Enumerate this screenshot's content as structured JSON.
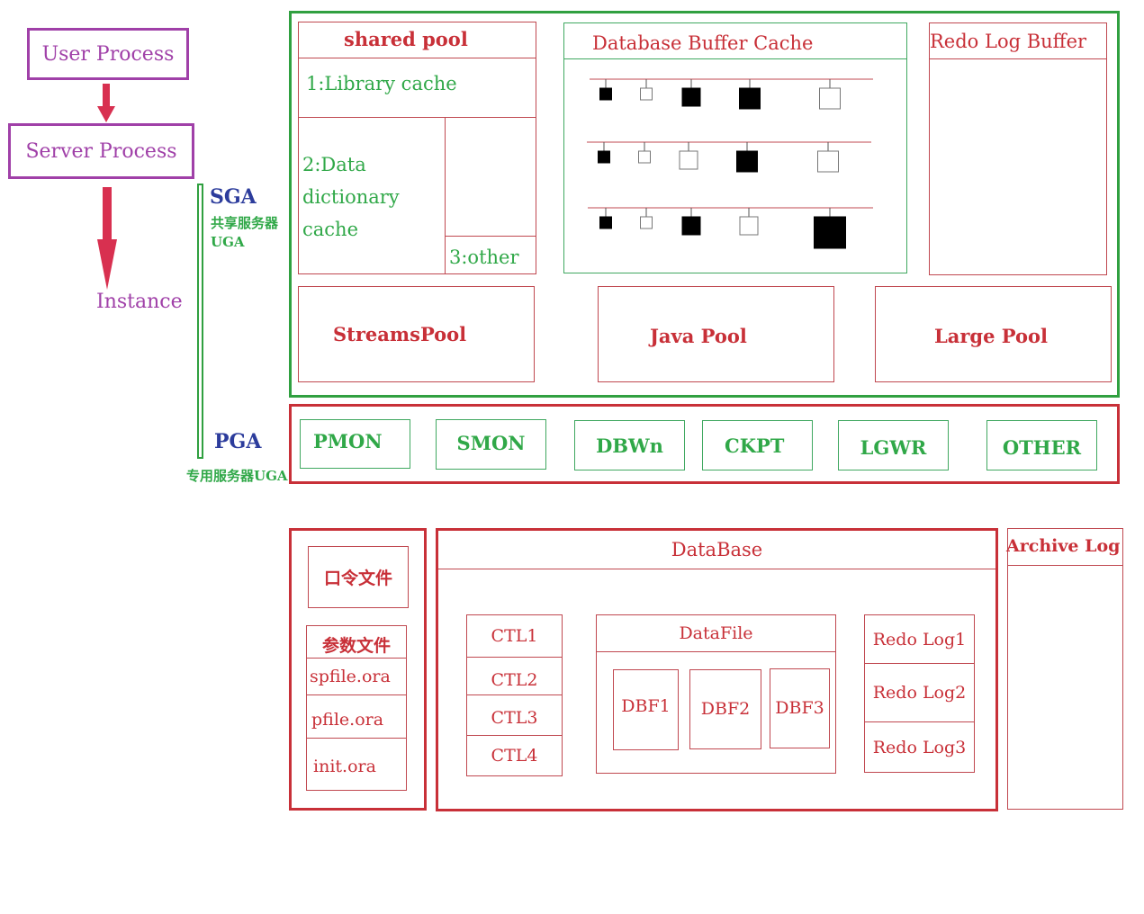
{
  "left": {
    "user_process": "User Process",
    "server_process": "Server Process",
    "instance": "Instance",
    "sga": "SGA",
    "sga_note_1": "共享服务器",
    "sga_note_2": "UGA",
    "pga": "PGA",
    "pga_note": "专用服务器UGA"
  },
  "sga": {
    "shared_pool": {
      "title": "shared pool",
      "library_cache": "1:Library cache",
      "data_dictionary_lines": [
        "2:Data",
        "dictionary",
        "cache"
      ],
      "other": "3:other"
    },
    "buffer_cache": {
      "title": "Database  Buffer Cache",
      "rows": [
        [
          "filled-small",
          "empty-small",
          "filled-medium",
          "filled-large",
          "empty-large"
        ],
        [
          "filled-small",
          "empty-small",
          "empty-medium",
          "filled-large",
          "empty-large"
        ],
        [
          "filled-small",
          "empty-small",
          "filled-medium",
          "empty-medium",
          "filled-xlarge"
        ]
      ]
    },
    "redo_log_buffer": "Redo Log Buffer",
    "streams_pool": "StreamsPool",
    "java_pool": "Java Pool",
    "large_pool": "Large Pool"
  },
  "processes": [
    "PMON",
    "SMON",
    "DBWn",
    "CKPT",
    "LGWR",
    "OTHER"
  ],
  "files": {
    "password_file": "口令文件",
    "param_title": "参数文件",
    "param_files": [
      "spfile.ora",
      "pfile.ora",
      "init.ora"
    ]
  },
  "database": {
    "title": "DataBase",
    "control_files": [
      "CTL1",
      "CTL2",
      "CTL3",
      "CTL4"
    ],
    "datafile_title": "DataFile",
    "datafiles": [
      "DBF1",
      "DBF2",
      "DBF3"
    ],
    "redo_logs": [
      "Redo Log1",
      "Redo Log2",
      "Redo Log3"
    ]
  },
  "archive_log": "Archive Log",
  "colors": {
    "purple": "#a040a8",
    "red": "#c83038",
    "green": "#30a848",
    "blue": "#2c3c9c",
    "arrow": "#d83050"
  }
}
